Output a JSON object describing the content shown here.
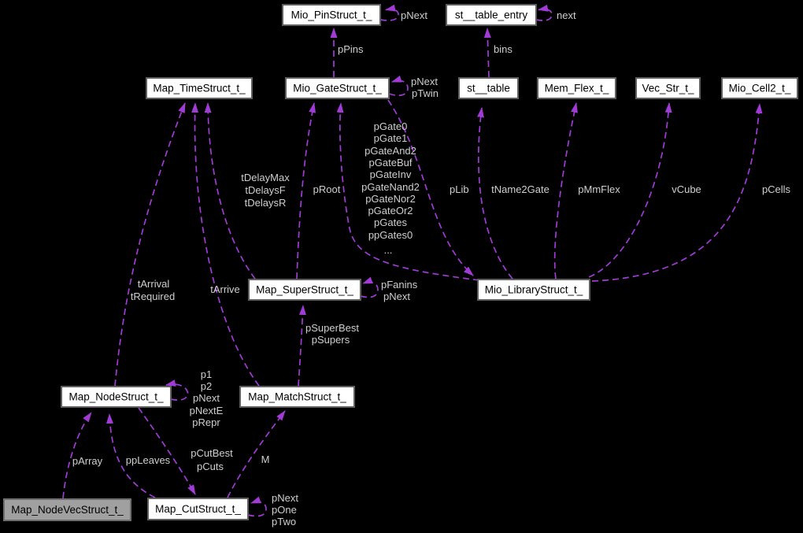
{
  "diagram_type": "doxygen-collaboration-graph",
  "colors": {
    "bg": "#000000",
    "edge": "#A03BD6",
    "edge_label": "#CFCFCF",
    "node_fill": "#FFFFFF",
    "node_border": "#5F5F5F",
    "node_text": "#000000",
    "highlight_fill": "#A0A0A0",
    "highlight_border": "#6E6E6E"
  },
  "nodes": [
    {
      "id": "mio-pin-struct",
      "label": "Mio_PinStruct_t_"
    },
    {
      "id": "st-table-entry",
      "label": "st__table_entry"
    },
    {
      "id": "map-time-struct",
      "label": "Map_TimeStruct_t_"
    },
    {
      "id": "mio-gate-struct",
      "label": "Mio_GateStruct_t_"
    },
    {
      "id": "st-table",
      "label": "st__table"
    },
    {
      "id": "mem-flex",
      "label": "Mem_Flex_t_"
    },
    {
      "id": "vec-str",
      "label": "Vec_Str_t_"
    },
    {
      "id": "mio-cell2",
      "label": "Mio_Cell2_t_"
    },
    {
      "id": "map-super-struct",
      "label": "Map_SuperStruct_t_"
    },
    {
      "id": "mio-library-struct",
      "label": "Mio_LibraryStruct_t_"
    },
    {
      "id": "map-node-struct",
      "label": "Map_NodeStruct_t_"
    },
    {
      "id": "map-match-struct",
      "label": "Map_MatchStruct_t_"
    },
    {
      "id": "map-node-vec-struct",
      "label": "Map_NodeVecStruct_t_",
      "highlighted": true
    },
    {
      "id": "map-cut-struct",
      "label": "Map_CutStruct_t_"
    }
  ],
  "edge_labels": {
    "pin_self": "pNext",
    "entry_self": "next",
    "pPins": "pPins",
    "bins": "bins",
    "gate_self": [
      "pNext",
      "pTwin"
    ],
    "delays": [
      "tDelayMax",
      "tDelaysF",
      "tDelaysR"
    ],
    "pRoot": "pRoot",
    "gate_array": [
      "pGate0",
      "pGate1",
      "pGateAnd2",
      "pGateBuf",
      "pGateInv",
      "pGateNand2",
      "pGateNor2",
      "pGateOr2",
      "pGates",
      "ppGates0",
      "..."
    ],
    "pLib": "pLib",
    "tName2Gate": "tName2Gate",
    "pMmFlex": "pMmFlex",
    "vCube": "vCube",
    "pCells": "pCells",
    "super_self": [
      "pFanins",
      "pNext"
    ],
    "tArrival": [
      "tArrival",
      "tRequired"
    ],
    "tArrive": "tArrive",
    "pSuperBest": [
      "pSuperBest",
      "pSupers"
    ],
    "node_self": [
      "p1",
      "p2",
      "pNext",
      "pNextE",
      "pRepr"
    ],
    "pArray": "pArray",
    "ppLeaves": "ppLeaves",
    "pCutBest": [
      "pCutBest",
      "pCuts"
    ],
    "M": "M",
    "cut_self": [
      "pNext",
      "pOne",
      "pTwo"
    ]
  }
}
